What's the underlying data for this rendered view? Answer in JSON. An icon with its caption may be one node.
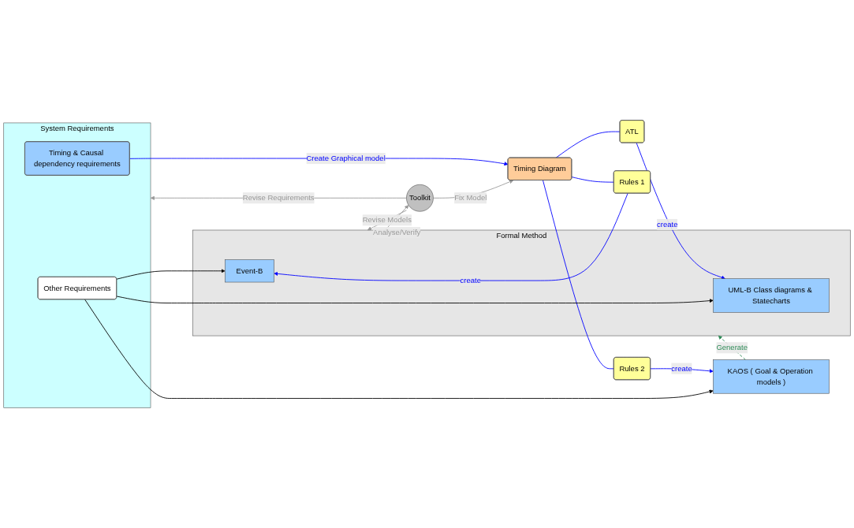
{
  "diagram": {
    "nodes": [
      {
        "text": [
          "System Requirements"
        ]
      },
      {
        "text": [
          "Other Requirements"
        ],
        "in": 0
      },
      {
        "text": [
          "Timing & Causal dependency requirements"
        ],
        "in": 0
      },
      {
        "text": [
          "Timing Diagram"
        ]
      },
      {
        "text": [
          "Rules 1"
        ]
      },
      {
        "text": [
          "ATL"
        ]
      },
      {
        "text": [
          "Rules 2"
        ]
      },
      {
        "text": [
          "Formal Method"
        ]
      },
      {
        "text": [
          "Event-B"
        ],
        "in": 7
      },
      {
        "text": [
          "UML-B Class diagrams & Statecharts"
        ],
        "in": 7
      },
      {
        "text": [
          "KAOS ( Goal & Operation models )"
        ]
      },
      {
        "text": [
          "Toolkit"
        ]
      }
    ],
    "edges": [
      {
        "from": 2,
        "to": 3,
        "arrow": "to",
        "label": "Create Graphical model"
      },
      {
        "from": 3,
        "to": 4,
        "arrow": "none"
      },
      {
        "from": 4,
        "to": 8,
        "arrow": "to",
        "label": "create"
      },
      {
        "from": 3,
        "to": 5,
        "arrow": "none"
      },
      {
        "from": 5,
        "to": 9,
        "arrow": "to",
        "label": "create"
      },
      {
        "from": 3,
        "to": 6,
        "arrow": "none"
      },
      {
        "from": 6,
        "to": 10,
        "arrow": "to",
        "label": "create"
      },
      {
        "from": 10,
        "to": 7,
        "arrow": "to",
        "label": "Generate",
        "style": "dashed",
        "color": "#2e8b57"
      },
      {
        "from": 1,
        "to": 8,
        "arrow": "to",
        "color": "#000000"
      },
      {
        "from": 1,
        "to": 9,
        "arrow": "to",
        "color": "#000000"
      },
      {
        "from": 1,
        "to": 10,
        "arrow": "to",
        "color": "#000000"
      },
      {
        "from": 11,
        "to": 3,
        "arrow": "to",
        "label": "Fix Model",
        "color": "#999999"
      },
      {
        "from": 11,
        "to": 0,
        "arrow": "to",
        "label": "Revise Requirements",
        "color": "#999999"
      },
      {
        "from": 11,
        "to": 7,
        "arrow": "to",
        "label": "Revise Models",
        "color": "#999999"
      },
      {
        "from": 7,
        "to": 11,
        "arrow": "to",
        "label": "Analyse/Verify",
        "color": "#999999"
      }
    ]
  }
}
